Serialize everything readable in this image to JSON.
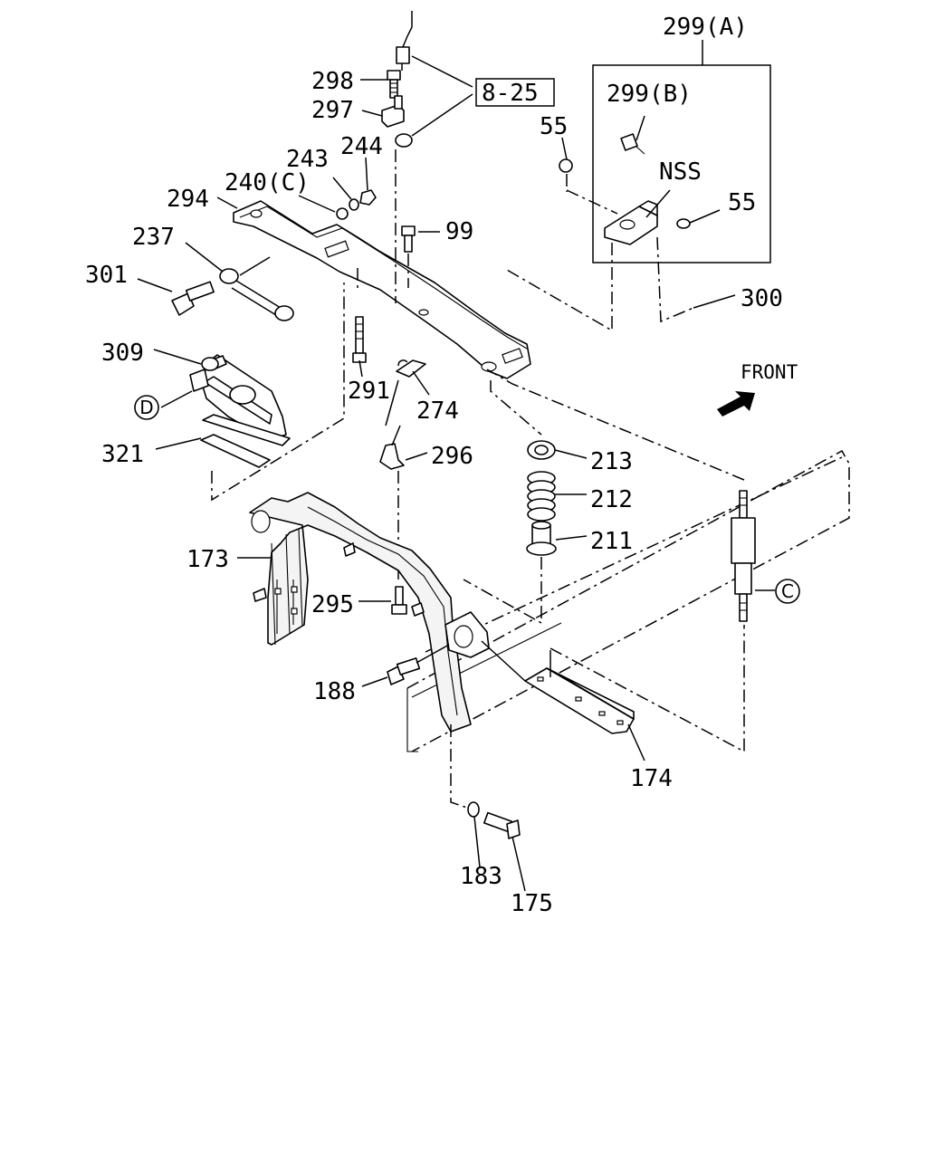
{
  "labels": {
    "l299a": "299(A)",
    "l299b": "299(B)",
    "nss": "NSS",
    "l55a": "55",
    "l55b": "55",
    "l300": "300",
    "l825": "8-25",
    "l298": "298",
    "l297": "297",
    "l244": "244",
    "l243": "243",
    "l240c": "240(C)",
    "l294": "294",
    "l99": "99",
    "l237": "237",
    "l301": "301",
    "l309": "309",
    "l291": "291",
    "l274": "274",
    "l321": "321",
    "l296": "296",
    "l213": "213",
    "l212": "212",
    "l211": "211",
    "l173": "173",
    "l295": "295",
    "l188": "188",
    "l174": "174",
    "l183": "183",
    "l175": "175",
    "front": "FRONT",
    "circD": "D",
    "circC": "C"
  }
}
